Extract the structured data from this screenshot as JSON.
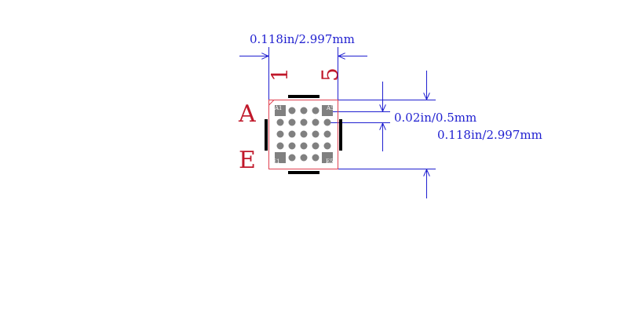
{
  "dimensions": {
    "width_label": "0.118in/2.997mm",
    "pitch_label": "0.02in/0.5mm",
    "height_label": "0.118in/2.997mm"
  },
  "grid": {
    "row_labels": [
      "A",
      "E"
    ],
    "col_labels": [
      "1",
      "5"
    ],
    "corner_pads": {
      "top_left": "A1",
      "top_right": "A5",
      "bottom_left": "E1",
      "bottom_right": "E5"
    }
  },
  "colors": {
    "dimension": "#1f1fd0",
    "label": "#c0182a",
    "outline": "#e04050",
    "silkscreen": "#000000",
    "pad": "#808080"
  }
}
